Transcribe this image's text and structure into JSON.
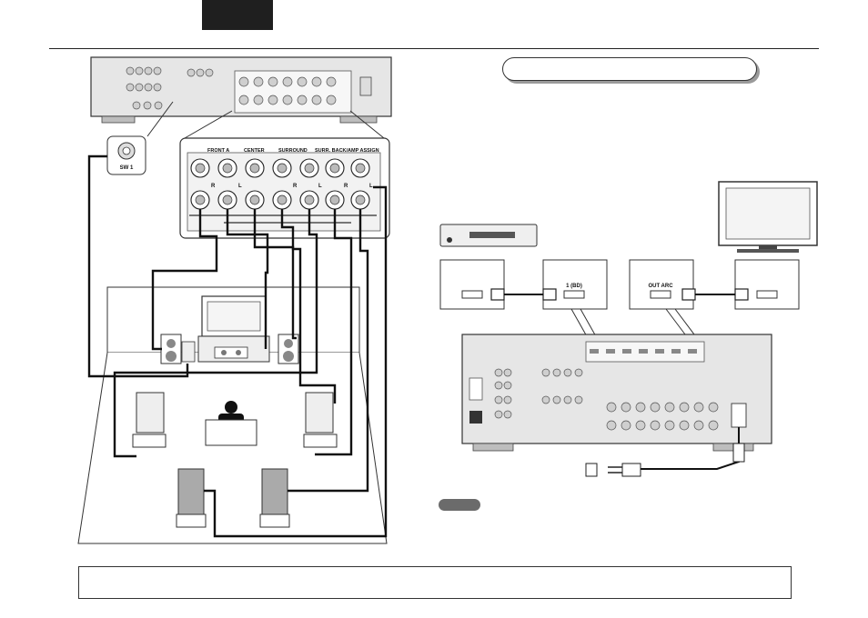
{
  "speaker_panel": {
    "subwoofer_jack_label": "SW 1",
    "front_label": "FRONT A",
    "center_label": "CENTER",
    "surround_label": "SURROUND",
    "surround_back_label": "SURR. BACK/AMP ASSIGN",
    "channel_r": "R",
    "channel_l": "L"
  },
  "hdmi_panel": {
    "source_input_label": "1 (BD)",
    "tv_output_label": "OUT ARC"
  }
}
